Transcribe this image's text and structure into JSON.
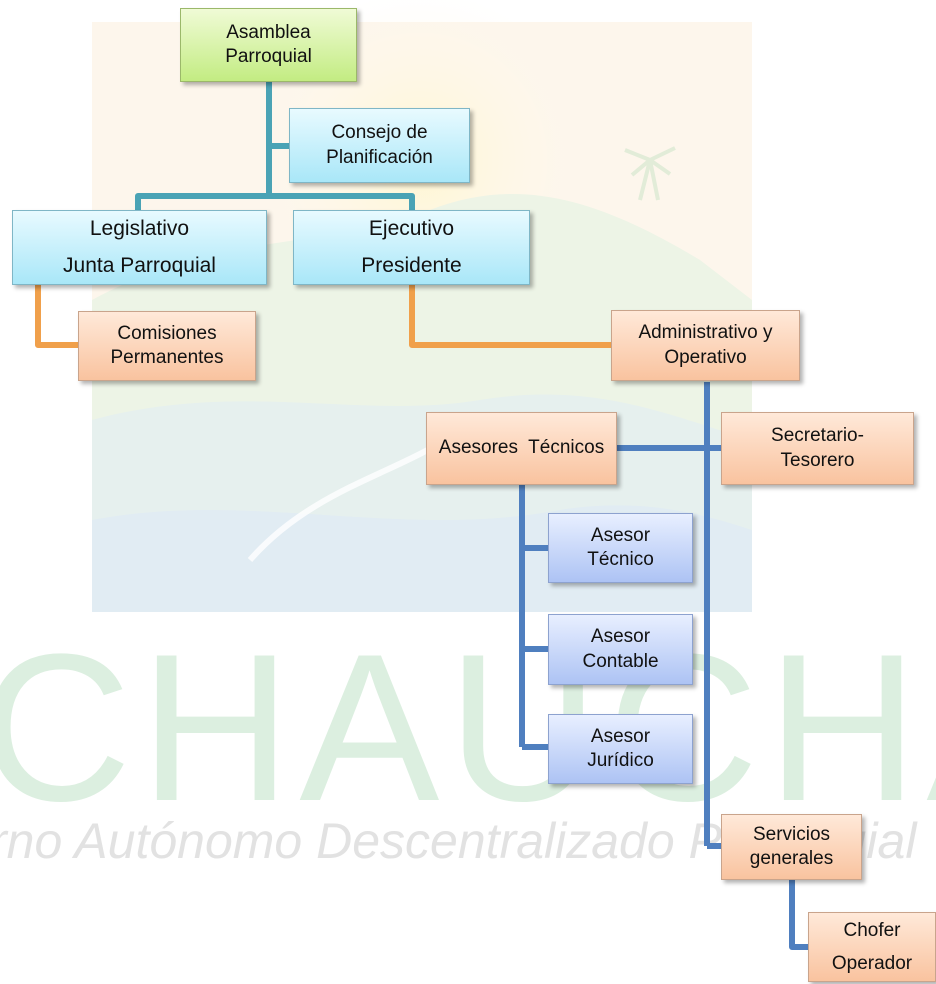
{
  "org_chart": {
    "asamblea": [
      "Asamblea",
      "Parroquial"
    ],
    "consejo": [
      "Consejo de",
      "Planificación"
    ],
    "legislativo": [
      "Legislativo",
      "Junta Parroquial"
    ],
    "ejecutivo": [
      "Ejecutivo",
      "Presidente"
    ],
    "comisiones": [
      "Comisiones",
      "Permanentes"
    ],
    "administrativo": [
      "Administrativo y",
      "Operativo"
    ],
    "asesores": "Asesores  Técnicos",
    "secretario": [
      "Secretario-",
      "Tesorero"
    ],
    "asesor_tecnico": [
      "Asesor",
      "Técnico"
    ],
    "asesor_contable": [
      "Asesor",
      "Contable"
    ],
    "asesor_juridico": [
      "Asesor",
      "Jurídico"
    ],
    "servicios": [
      "Servicios",
      "generales"
    ],
    "chofer": [
      "Chofer",
      "Operador"
    ]
  },
  "watermark": {
    "brand": "CHAUCHA",
    "subtitle": "rno Autónomo Descentralizado Parroquial"
  },
  "colors": {
    "connector_teal": "#4aa3b5",
    "connector_orange": "#f0a04b",
    "connector_blue": "#4f7fbf",
    "watermark_green": "#dcefe0"
  }
}
